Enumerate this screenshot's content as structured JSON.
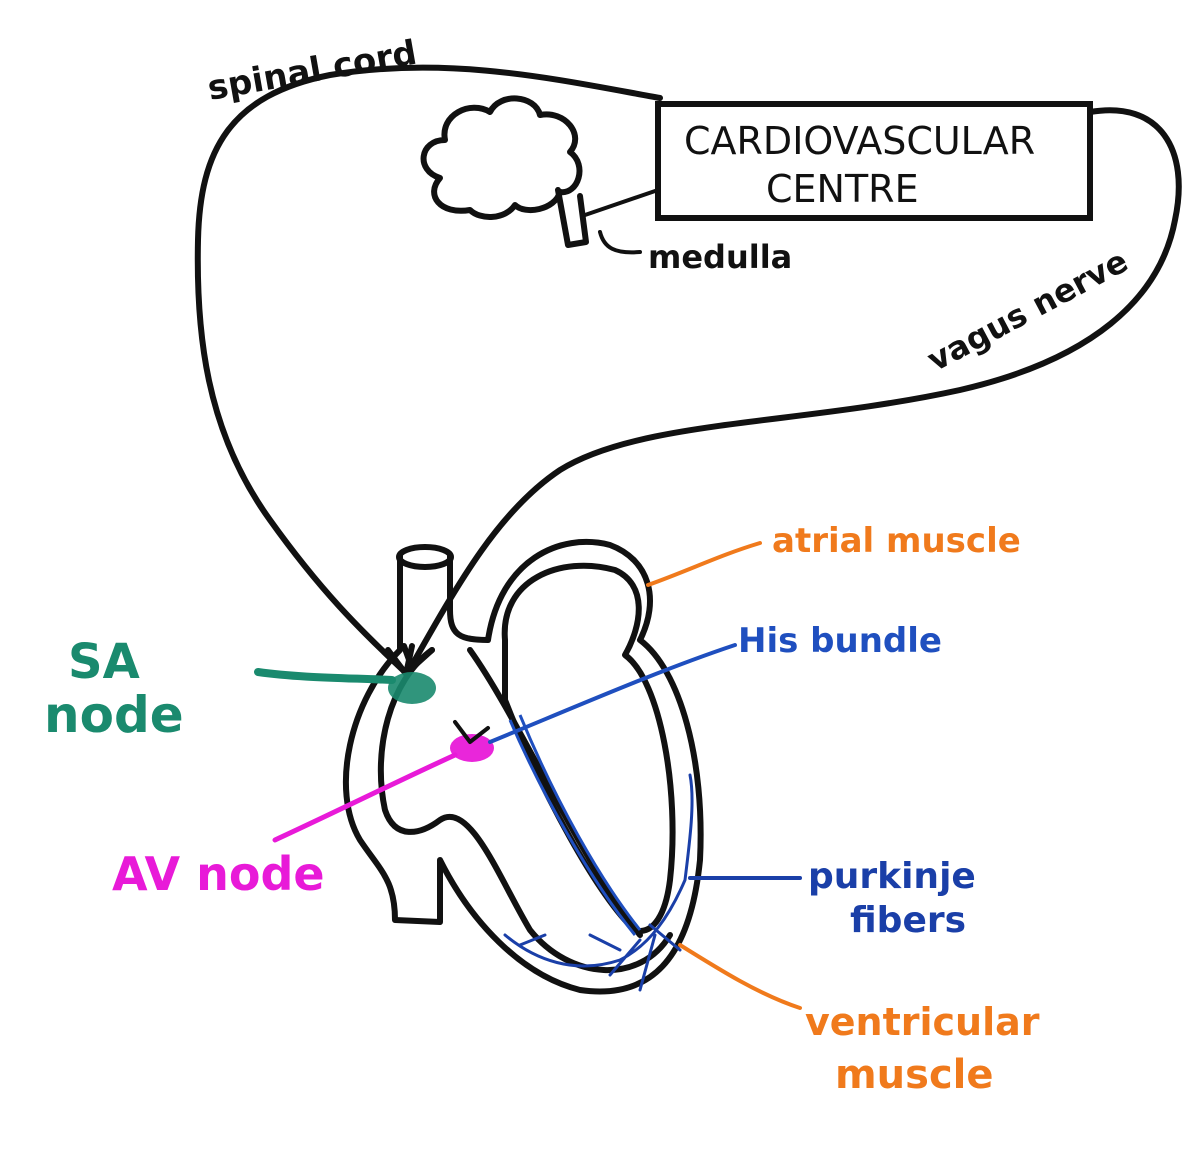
{
  "diagram": {
    "labels": {
      "spinal_cord": "spinal cord",
      "cardiovascular_centre_line1": "CARDIOVASCULAR",
      "cardiovascular_centre_line2": "CENTRE",
      "medulla": "medulla",
      "vagus_nerve": "vagus nerve",
      "atrial_muscle": "atrial muscle",
      "his_bundle": "His bundle",
      "sa_node_line1": "SA",
      "sa_node_line2": "node",
      "av_node": "AV node",
      "purkinje_line1": "purkinje",
      "purkinje_line2": "fibers",
      "ventricular_line1": "ventricular",
      "ventricular_line2": "muscle"
    },
    "colors": {
      "outline": "#111111",
      "sa_node": "#1a8a6e",
      "av_node": "#e81ad8",
      "atrial_muscle": "#f07a1c",
      "his_bundle": "#1f4fbf",
      "purkinje": "#1a3fa8",
      "ventricular_muscle": "#f07a1c"
    }
  }
}
